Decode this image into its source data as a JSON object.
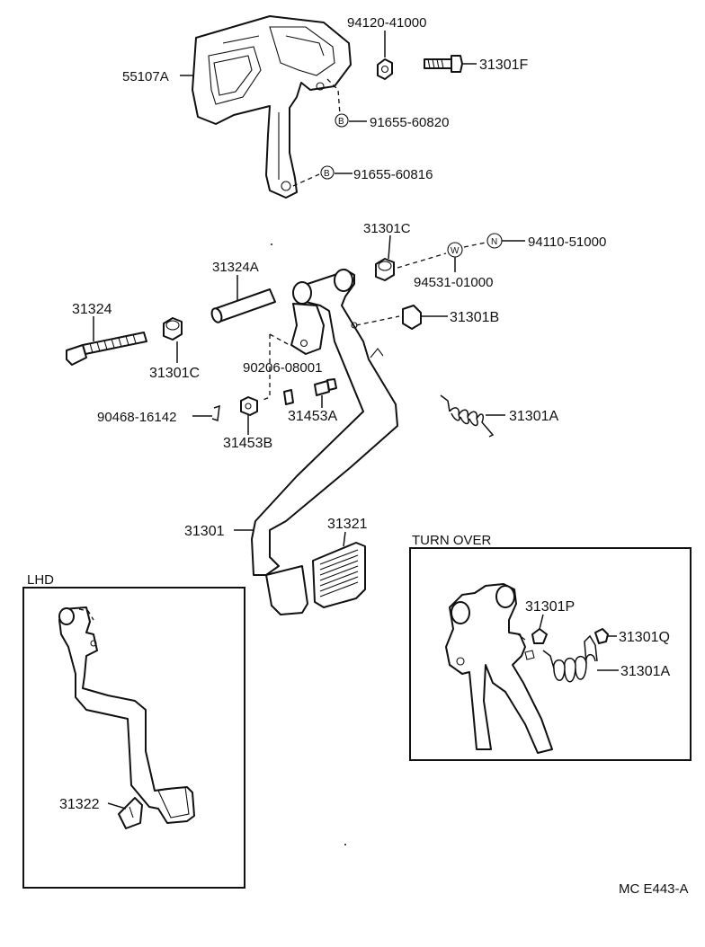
{
  "labels": {
    "p55107A": "55107A",
    "p94120": "94120-41000",
    "p31301F": "31301F",
    "p91655_60820": "91655-60820",
    "p91655_60816": "91655-60816",
    "p31301C_top": "31301C",
    "p94110": "94110-51000",
    "p94531": "94531-01000",
    "p31324A": "31324A",
    "p31324": "31324",
    "p31301B": "31301B",
    "p31301C_left": "31301C",
    "p90206": "90206-08001",
    "p90468": "90468-16142",
    "p31453A": "31453A",
    "p31453B": "31453B",
    "p31301A": "31301A",
    "p31301": "31301",
    "p31321": "31321",
    "p31301P": "31301P",
    "p31301Q": "31301Q",
    "p31301A_turn": "31301A",
    "p31322": "31322"
  },
  "callout_letters": {
    "b1": "B",
    "b2": "B",
    "w": "W",
    "n": "N"
  },
  "insets": {
    "lhd_title": "LHD",
    "turnover_title": "TURN OVER"
  },
  "diagram_code": "MC E443-A"
}
